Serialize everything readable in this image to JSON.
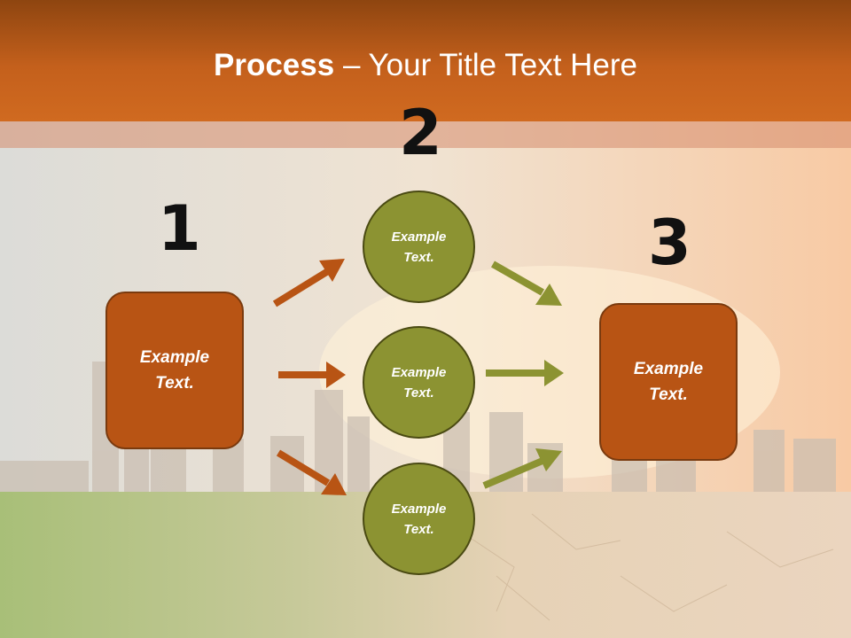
{
  "title": {
    "bold": "Process",
    "rest": " – Your Title Text Here"
  },
  "steps": {
    "one": "1",
    "two": "2",
    "three": "3"
  },
  "left_box": {
    "line1": "Example",
    "line2": "Text."
  },
  "right_box": {
    "line1": "Example",
    "line2": "Text."
  },
  "circles": [
    {
      "line1": "Example",
      "line2": "Text."
    },
    {
      "line1": "Example",
      "line2": "Text."
    },
    {
      "line1": "Example",
      "line2": "Text."
    }
  ],
  "colors": {
    "orange": "#b85414",
    "olive": "#8c9332",
    "header": "#c4601c"
  }
}
